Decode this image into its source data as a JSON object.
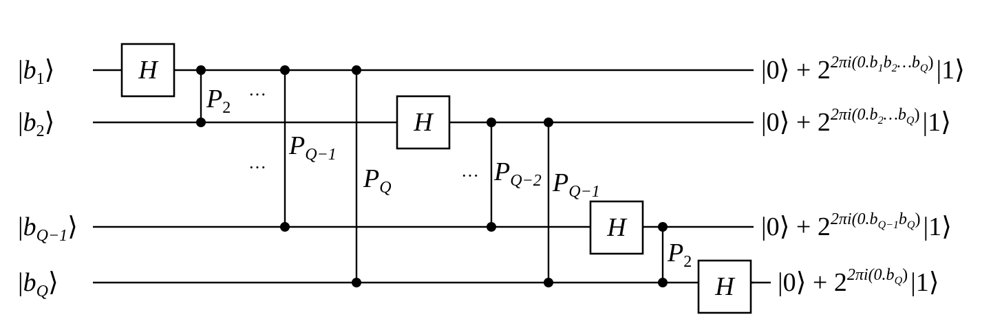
{
  "inputs": [
    {
      "ket_open": "|",
      "var": "b",
      "sub": "1",
      "ket_close": "⟩"
    },
    {
      "ket_open": "|",
      "var": "b",
      "sub": "2",
      "ket_close": "⟩"
    },
    {
      "ket_open": "|",
      "var": "b",
      "sub": "Q−1",
      "ket_close": "⟩"
    },
    {
      "ket_open": "|",
      "var": "b",
      "sub": "Q",
      "ket_close": "⟩"
    }
  ],
  "gates": {
    "h_label": "H",
    "phase_var": "P",
    "phase_subs": [
      "2",
      "Q−1",
      "Q",
      "Q−2",
      "Q−1",
      "2"
    ],
    "ellipsis": "···"
  },
  "outputs": [
    {
      "zero": "|0⟩ + 2",
      "exp": "2πi(0.b",
      "exp_subs": [
        "1",
        "2",
        "Q"
      ],
      "exp_mid": [
        "b",
        "…b"
      ],
      "exp_close": ")",
      "one": "|1⟩"
    },
    {
      "zero": "|0⟩ + 2",
      "exp": "2πi(0.b",
      "exp_subs": [
        "2",
        "Q"
      ],
      "exp_mid": [
        "…b"
      ],
      "exp_close": ")",
      "one": "|1⟩"
    },
    {
      "zero": "|0⟩ + 2",
      "exp": "2πi(0.b",
      "exp_subs": [
        "Q−1",
        "Q"
      ],
      "exp_mid": [
        "b"
      ],
      "exp_close": ")",
      "one": "|1⟩"
    },
    {
      "zero": "|0⟩ + 2",
      "exp": "2πi(0.b",
      "exp_subs": [
        "Q"
      ],
      "exp_mid": [],
      "exp_close": ")",
      "one": "|1⟩"
    }
  ]
}
